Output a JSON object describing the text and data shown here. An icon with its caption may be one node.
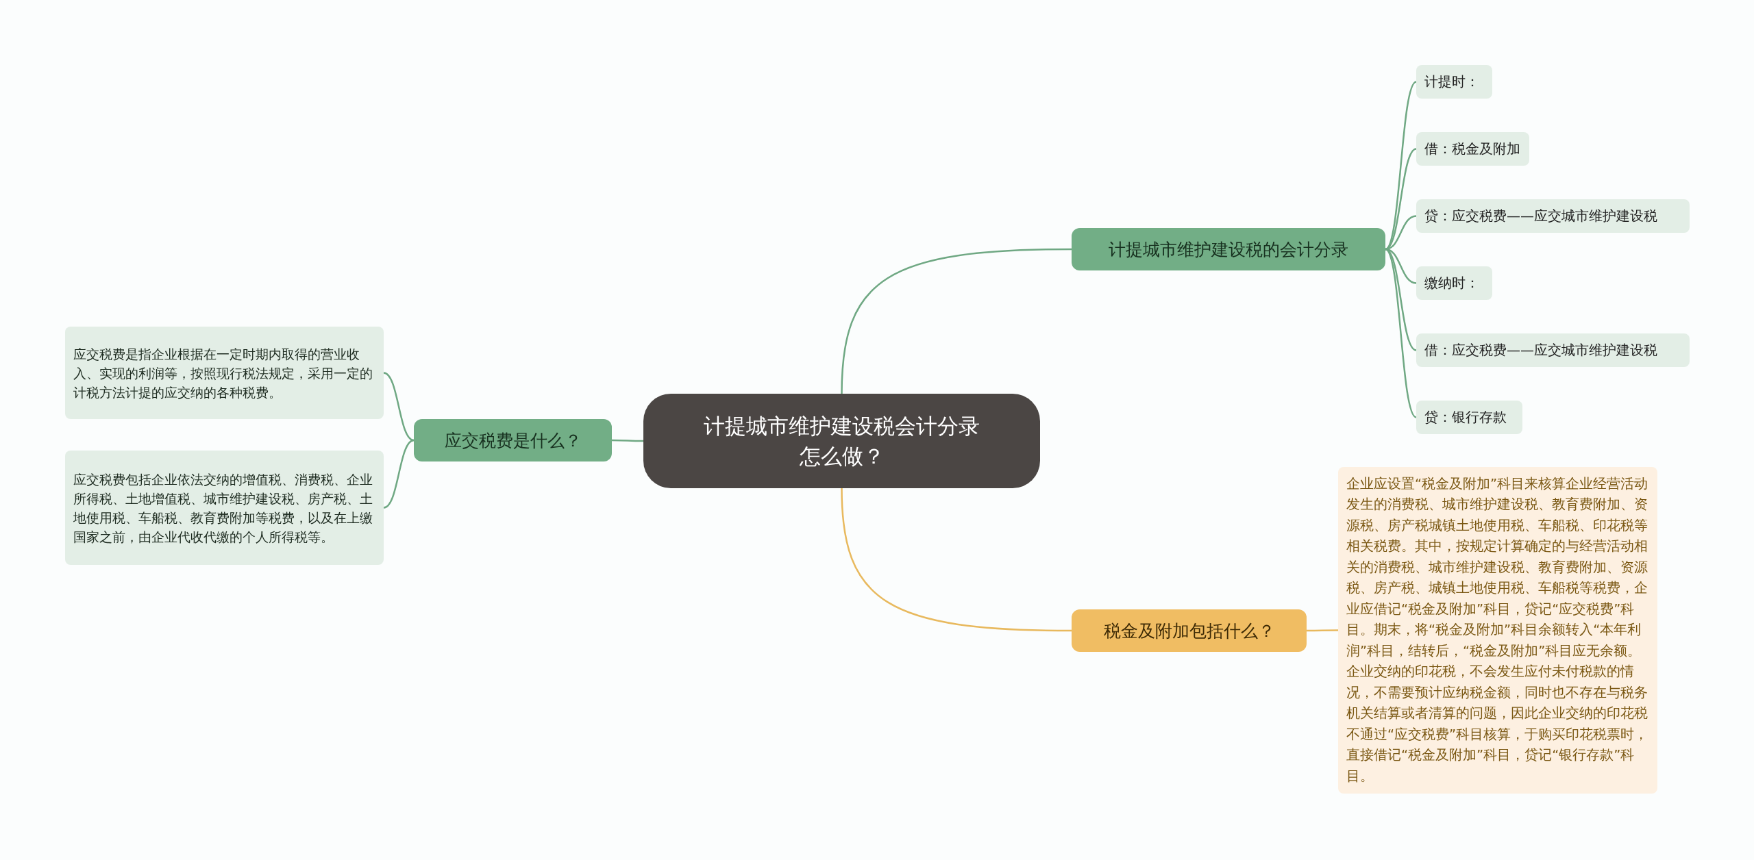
{
  "diagram": {
    "nodes": [
      {
        "text": [
          "计提城市维护建设税会计分录怎么做？"
        ]
      },
      {
        "text": [
          "计提城市维护建设税的会计分录"
        ]
      },
      {
        "text": [
          "计提时："
        ]
      },
      {
        "text": [
          "借：税金及附加"
        ]
      },
      {
        "text": [
          "贷：应交税费——应交城市维护建设税"
        ]
      },
      {
        "text": [
          "缴纳时："
        ]
      },
      {
        "text": [
          "借：应交税费——应交城市维护建设税"
        ]
      },
      {
        "text": [
          "贷：银行存款"
        ]
      },
      {
        "text": [
          "税金及附加包括什么？"
        ]
      },
      {
        "text": [
          "企业应设置“税金及附加”科目来核算企业经营活动发生的消费税、城市维护建设税、教育费附加、资源税、房产税城镇土地使用税、车船税、印花税等相关税费。其中，按规定计算确定的与经营活动相关的消费税、城市维护建设税、教育费附加、资源税、房产税、城镇土地使用税、车船税等税费，企业应借记“税金及附加”科目，贷记“应交税费”科目。期末，将“税金及附加”科目余额转入“本年利润”科目，结转后，“税金及附加”科目应无余额。企业交纳的印花税，不会发生应付未付税款的情况，不需要预计应纳税金额，同时也不存在与税务机关结算或者清算的问题，因此企业交纳的印花税不通过“应交税费”科目核算，于购买印花税票时，直接借记“税金及附加”科目，贷记“银行存款”科目。"
        ]
      },
      {
        "text": [
          "应交税费是什么？"
        ]
      },
      {
        "text": [
          "应交税费是指企业根据在一定时期内取得的营业收入、实现的利润等，按照现行税法规定，采用一定的计税方法计提的应交纳的各种税费。"
        ]
      },
      {
        "text": [
          "应交税费包括企业依法交纳的增值税、消费税、企业所得税、土地增值税、城市维护建设税、房产税、土地使用税、车船税、教育费附加等税费，以及在上缴国家之前，由企业代收代缴的个人所得税等。"
        ]
      }
    ],
    "edges": [
      {
        "from": 0,
        "to": 1,
        "arrow": "none"
      },
      {
        "from": 1,
        "to": 2,
        "arrow": "none"
      },
      {
        "from": 1,
        "to": 3,
        "arrow": "none"
      },
      {
        "from": 1,
        "to": 4,
        "arrow": "none"
      },
      {
        "from": 1,
        "to": 5,
        "arrow": "none"
      },
      {
        "from": 1,
        "to": 6,
        "arrow": "none"
      },
      {
        "from": 1,
        "to": 7,
        "arrow": "none"
      },
      {
        "from": 0,
        "to": 8,
        "arrow": "none",
        "color": "#e8b95e"
      },
      {
        "from": 8,
        "to": 9,
        "arrow": "none",
        "color": "#e8b95e"
      },
      {
        "from": 0,
        "to": 10,
        "arrow": "none"
      },
      {
        "from": 10,
        "to": 11,
        "arrow": "none"
      },
      {
        "from": 10,
        "to": 12,
        "arrow": "none"
      }
    ]
  }
}
